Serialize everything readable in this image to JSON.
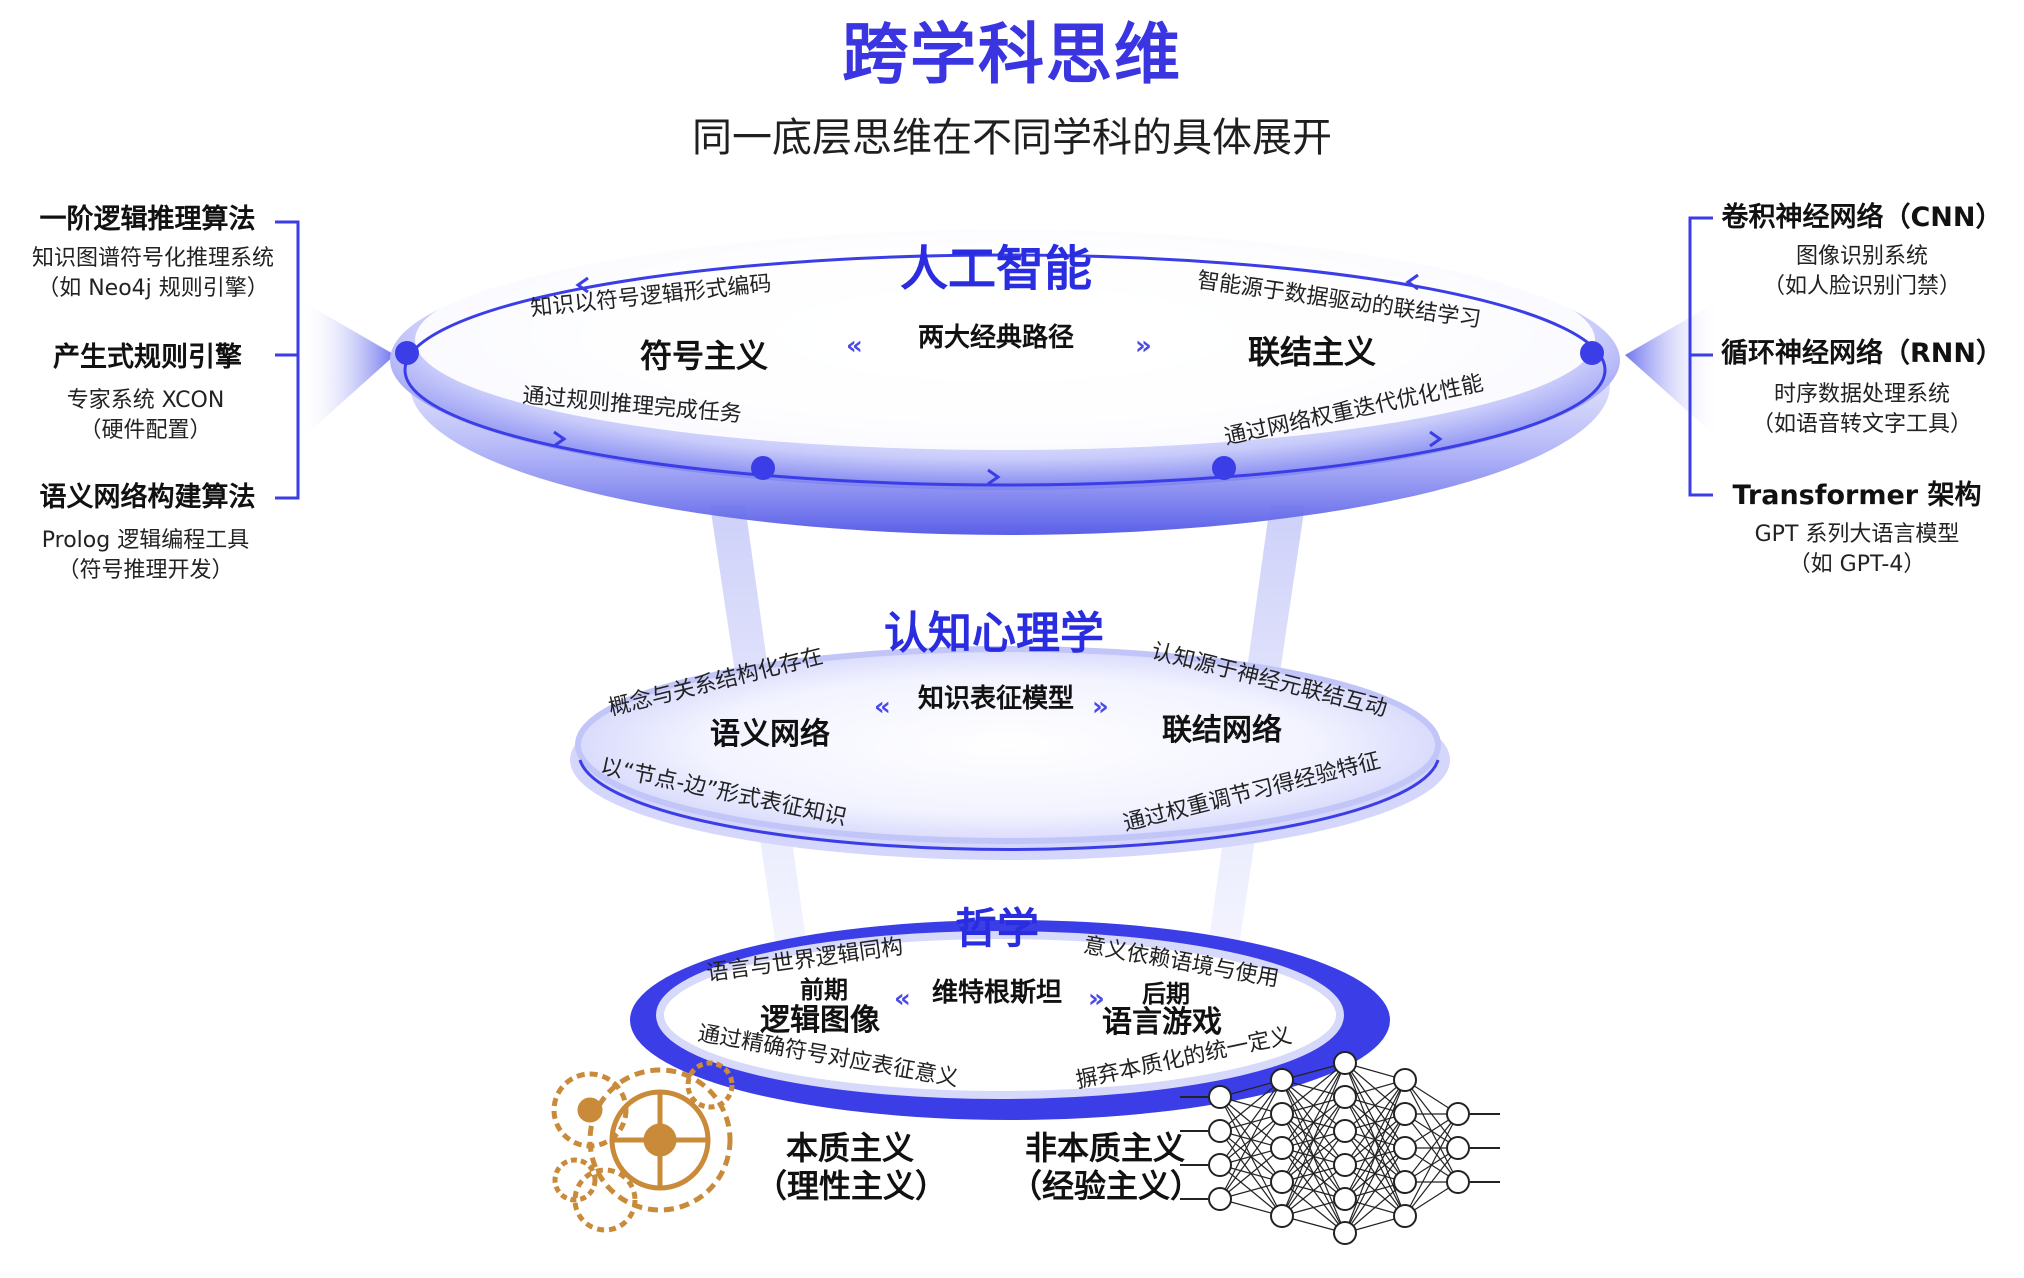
{
  "header": {
    "title": "跨学科思维",
    "subtitle": "同一底层思维在不同学科的具体展开"
  },
  "ai": {
    "title": "人工智能",
    "center": "两大经典路径",
    "left": "符号主义",
    "right": "联结主义",
    "left_top": "知识以符号逻辑形式编码",
    "left_bottom": "通过规则推理完成任务",
    "right_top": "智能源于数据驱动的联结学习",
    "right_bottom": "通过网络权重迭代优化性能"
  },
  "cog": {
    "title": "认知心理学",
    "center": "知识表征模型",
    "left": "语义网络",
    "right": "联结网络",
    "left_top": "概念与关系结构化存在",
    "left_bottom": "以“节点-边”形式表征知识",
    "right_top": "认知源于神经元联结互动",
    "right_bottom": "通过权重调节习得经验特征"
  },
  "phil": {
    "title": "哲学",
    "center": "维特根斯坦",
    "left_small": "前期",
    "left": "逻辑图像",
    "right_small": "后期",
    "right": "语言游戏",
    "left_top": "语言与世界逻辑同构",
    "left_bottom": "通过精确符号对应表征意义",
    "right_top": "意义依赖语境与使用",
    "right_bottom": "摒弃本质化的统一定义"
  },
  "bottom": {
    "left_line1": "本质主义",
    "left_line2": "（理性主义）",
    "right_line1": "非本质主义",
    "right_line2": "（经验主义）"
  },
  "left_panel": [
    {
      "title": "一阶逻辑推理算法",
      "line1": "知识图谱符号化推理系统",
      "line2": "（如 Neo4j 规则引擎）"
    },
    {
      "title": "产生式规则引擎",
      "line1": "专家系统 XCON",
      "line2": "（硬件配置）"
    },
    {
      "title": "语义网络构建算法",
      "line1": "Prolog 逻辑编程工具",
      "line2": "（符号推理开发）"
    }
  ],
  "right_panel": [
    {
      "title": "卷积神经网络（CNN）",
      "line1": "图像识别系统",
      "line2": "（如人脸识别门禁）"
    },
    {
      "title": "循环神经网络（RNN）",
      "line1": "时序数据处理系统",
      "line2": "（如语音转文字工具）"
    },
    {
      "title": "Transformer 架构",
      "line1": "GPT 系列大语言模型",
      "line2": "（如 GPT-4）"
    }
  ],
  "colors": {
    "accent": "#2a2ce0",
    "ring": "#3b3ee6",
    "glow": "#b9bdf7",
    "text": "#1a1a1a",
    "gear": "#c98a3a"
  }
}
